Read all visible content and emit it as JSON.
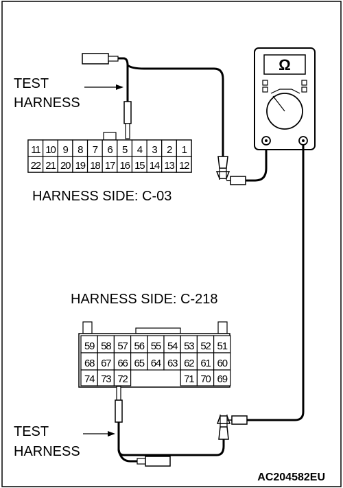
{
  "labels": {
    "test_harness_top": [
      "TEST",
      "HARNESS"
    ],
    "test_harness_bottom": [
      "TEST",
      "HARNESS"
    ],
    "c03_title": "HARNESS SIDE: C-03",
    "c218_title": "HARNESS SIDE: C-218",
    "figure_code": "AC204582EU"
  },
  "meter": {
    "symbol": "Ω"
  },
  "connector_c03": {
    "row1": [
      "11",
      "10",
      "9",
      "8",
      "7",
      "6",
      "5",
      "4",
      "3",
      "2",
      "1"
    ],
    "row2": [
      "22",
      "21",
      "20",
      "19",
      "18",
      "17",
      "16",
      "15",
      "14",
      "13",
      "12"
    ],
    "probe_pin": "5"
  },
  "connector_c218": {
    "row1": [
      "59",
      "58",
      "57",
      "56",
      "55",
      "54",
      "53",
      "52",
      "51"
    ],
    "row2": [
      "68",
      "67",
      "66",
      "65",
      "64",
      "63",
      "62",
      "61",
      "60"
    ],
    "row3_left": [
      "74",
      "73",
      "72"
    ],
    "row3_right": [
      "71",
      "70",
      "69"
    ],
    "probe_pin": "72"
  },
  "colors": {
    "line": "#000000",
    "background": "#ffffff"
  }
}
